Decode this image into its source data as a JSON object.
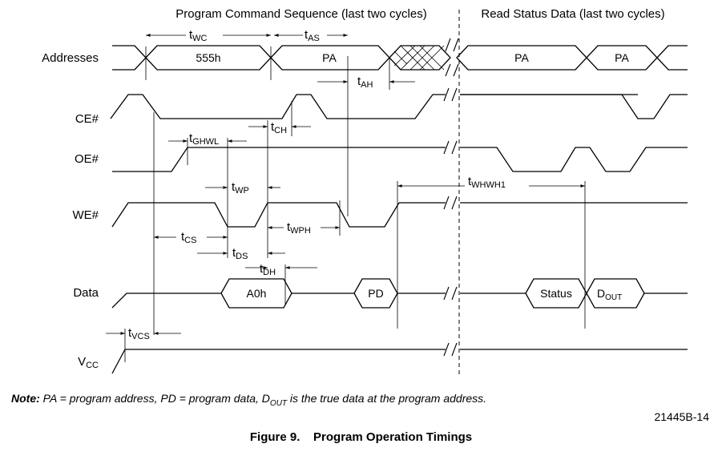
{
  "headers": {
    "program": "Program Command Sequence (last two cycles)",
    "read": "Read Status Data (last two cycles)"
  },
  "signals": {
    "addresses": "Addresses",
    "ce": "CE#",
    "oe": "OE#",
    "we": "WE#",
    "data": "Data",
    "vcc": {
      "main": "V",
      "sub": "CC"
    }
  },
  "bus": {
    "addr1": "555h",
    "addr2": "PA",
    "addr3": "PA",
    "addr4": "PA",
    "data1": "A0h",
    "data2": "PD",
    "data3": "Status",
    "data4": {
      "main": "D",
      "sub": "OUT"
    }
  },
  "timings": {
    "twc": {
      "main": "t",
      "sub": "WC"
    },
    "tas": {
      "main": "t",
      "sub": "AS"
    },
    "tah": {
      "main": "t",
      "sub": "AH"
    },
    "tghwl": {
      "main": "t",
      "sub": "GHWL"
    },
    "tch": {
      "main": "t",
      "sub": "CH"
    },
    "twp": {
      "main": "t",
      "sub": "WP"
    },
    "twhwh1": {
      "main": "t",
      "sub": "WHWH1"
    },
    "tcs": {
      "main": "t",
      "sub": "CS"
    },
    "twph": {
      "main": "t",
      "sub": "WPH"
    },
    "tds": {
      "main": "t",
      "sub": "DS"
    },
    "tdh": {
      "main": "t",
      "sub": "DH"
    },
    "tvcs": {
      "main": "t",
      "sub": "VCS"
    }
  },
  "note": {
    "label": "Note:",
    "p1": " PA = program address, PD = program data, D",
    "sub": "OUT",
    "p2": " is the true data at the program address."
  },
  "figure_id": "21445B-14",
  "caption": {
    "number": "Figure 9.",
    "title": "Program Operation Timings"
  }
}
